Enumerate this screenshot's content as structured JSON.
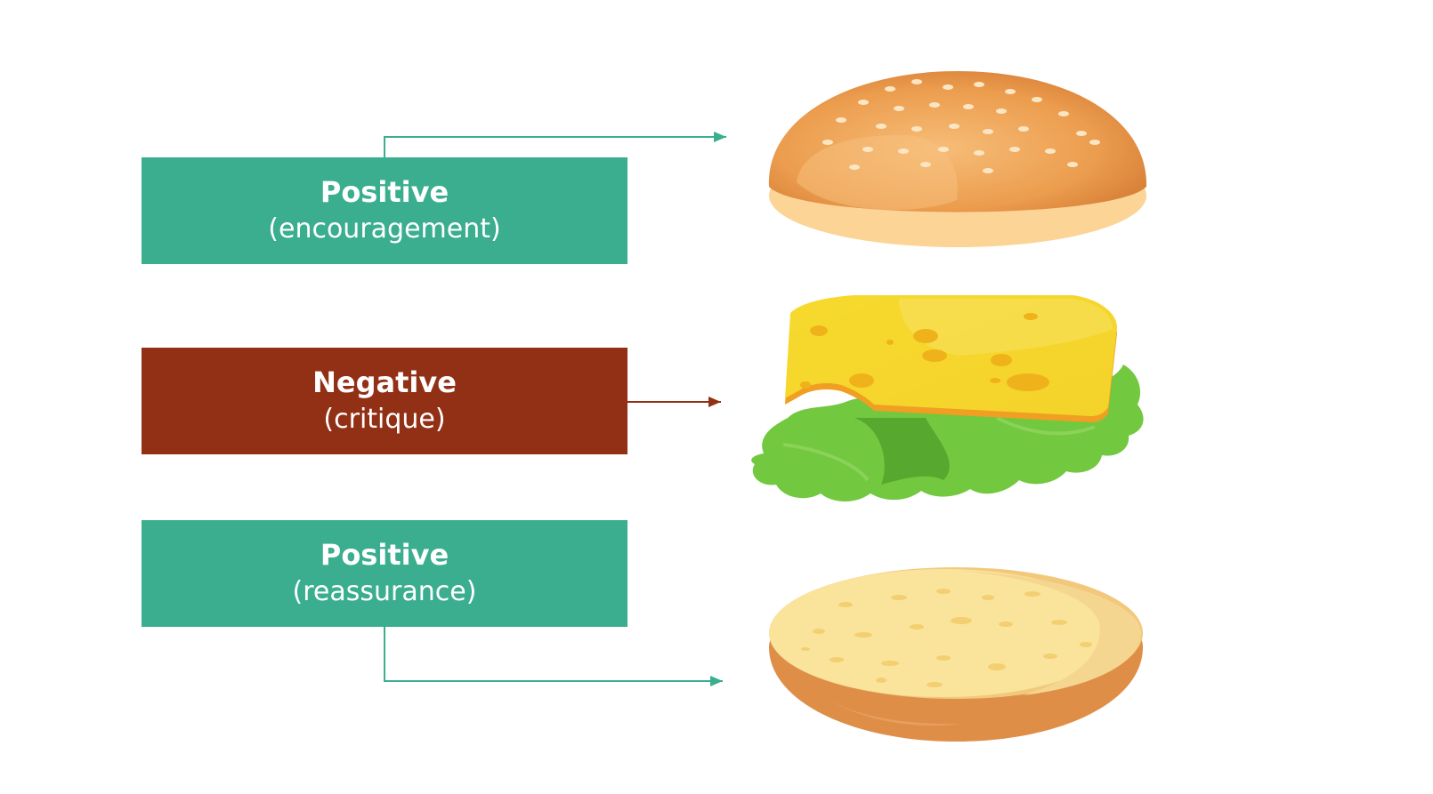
{
  "colors": {
    "positive": "#3aae8f",
    "negative": "#923015",
    "connector_positive": "#3aae8f",
    "connector_negative": "#923015",
    "bun_top": "#ea9a4b",
    "cheese": "#f6d92d",
    "lettuce": "#72c83e",
    "bun_bottom": "#fae39a"
  },
  "layers": [
    {
      "id": "top",
      "title": "Positive",
      "subtitle": "(encouragement)",
      "kind": "positive"
    },
    {
      "id": "middle",
      "title": "Negative",
      "subtitle": "(critique)",
      "kind": "negative"
    },
    {
      "id": "bottom",
      "title": "Positive",
      "subtitle": "(reassurance)",
      "kind": "positive"
    }
  ],
  "icons": {
    "top": "top-bun-icon",
    "middle": "cheese-and-lettuce-icon",
    "bottom": "bottom-bun-icon"
  }
}
